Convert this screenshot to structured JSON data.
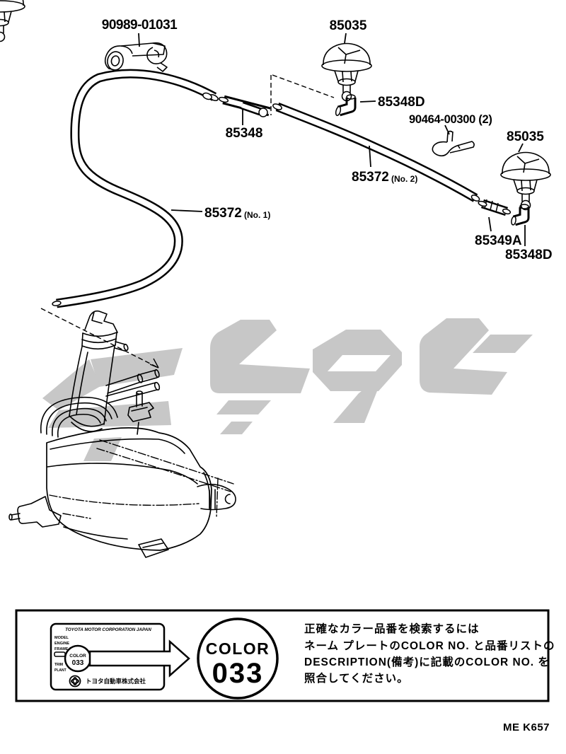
{
  "page": {
    "background": "#ffffff",
    "ink": "#000000"
  },
  "watermark": {
    "color": "#c7c7c7",
    "description": "gray stylized logo watermark"
  },
  "labels": {
    "clamp_top": "90989-01031",
    "nozzle_top": "85035",
    "elbow_top": "85348D",
    "joint_mid": "85348",
    "clamp_mid": "90464-00300 (2)",
    "nozzle_right": "85035",
    "hose_no2": "85372",
    "hose_no2_sub": "(No. 2)",
    "hose_no1": "85372",
    "hose_no1_sub": "(No. 1)",
    "joint_right": "85349A",
    "elbow_right": "85348D"
  },
  "panel": {
    "nameplate": {
      "title": "TOYOTA MOTOR CORPORATION JAPAN",
      "field_model": "MODEL",
      "field_engine": "ENGINE",
      "field_frame": "FRAME No.",
      "field_trim": "TRIM",
      "field_plant": "PLANT",
      "color_label": "COLOR",
      "color_value": "033",
      "company": "トヨタ自動車株式会社"
    },
    "color_circle": {
      "label": "COLOR",
      "value": "033"
    },
    "note_lines": [
      "正確なカラー品番を検索するには",
      "ネーム プレートのCOLOR NO. と品番リストの",
      "DESCRIPTION(備考)に記載のCOLOR NO. を",
      "照合してください。"
    ]
  },
  "footer": {
    "code": "ME K657"
  }
}
